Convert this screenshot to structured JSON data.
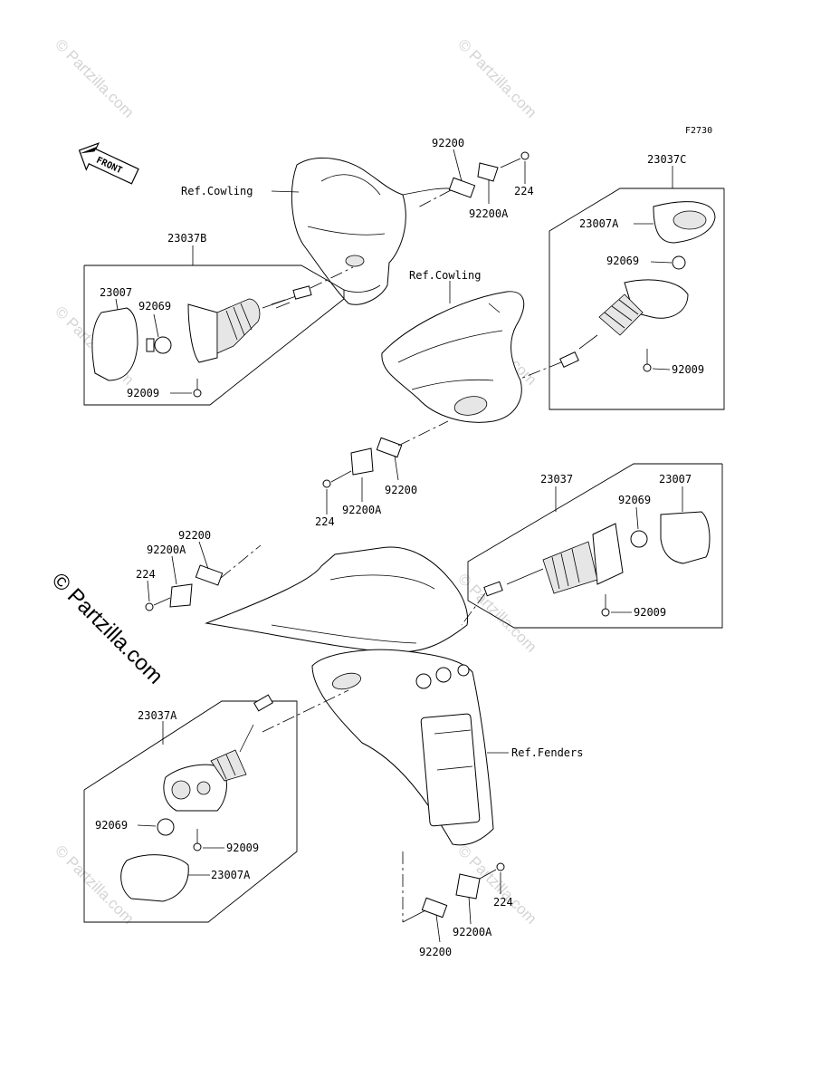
{
  "figure_code": "F2730",
  "front_label": "FRONT",
  "ref_labels": {
    "cowling_upper": "Ref.Cowling",
    "cowling_mid": "Ref.Cowling",
    "fenders": "Ref.Fenders"
  },
  "assemblies": {
    "upper_left": {
      "assembly": "23037B",
      "lens": "23007",
      "bulb": "92069",
      "screw": "92009"
    },
    "upper_right": {
      "assembly": "23037C",
      "lens": "23007A",
      "bulb": "92069",
      "screw": "92009"
    },
    "rear_right": {
      "assembly": "23037",
      "lens": "23007",
      "bulb": "92069",
      "screw": "92009"
    },
    "rear_left": {
      "assembly": "23037A",
      "lens": "23007A",
      "bulb": "92069",
      "screw": "92009"
    }
  },
  "brackets": {
    "top": {
      "plate": "92200",
      "bracket": "92200A",
      "bolt": "224"
    },
    "middle": {
      "plate": "92200",
      "bracket": "92200A",
      "bolt": "224"
    },
    "left": {
      "plate": "92200",
      "bracket": "92200A",
      "bolt": "224"
    },
    "bottom": {
      "plate": "92200",
      "bracket": "92200A",
      "bolt": "224"
    }
  },
  "watermark": {
    "text": "© Partzilla.com"
  },
  "colors": {
    "line": "#000000",
    "watermark": "#d4d4d4",
    "background": "#ffffff"
  }
}
